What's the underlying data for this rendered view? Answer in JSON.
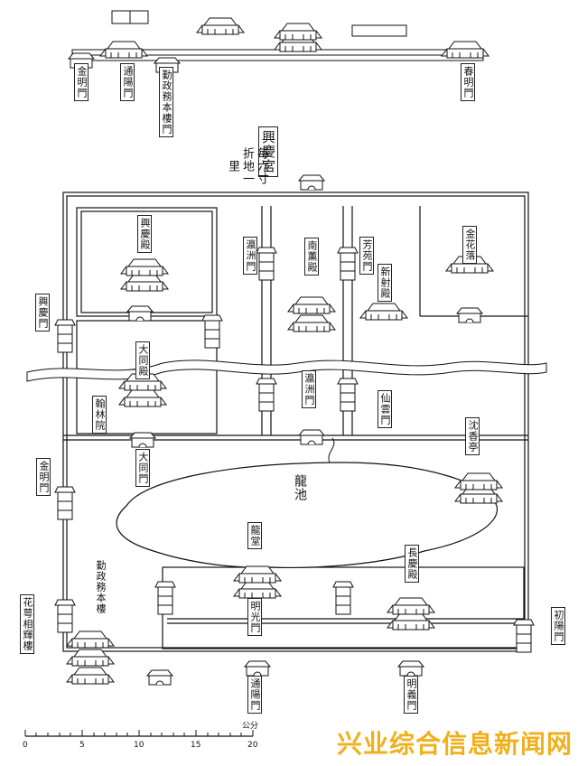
{
  "title": "興慶宮",
  "scale_note": "每六寸折地一里",
  "labels": {
    "jinming_men_top": "金明門",
    "tongyang_men_top": "通陽門",
    "shangge_men_top": "勤政務本樓門",
    "chunming_men_top": "春明門",
    "xingqing_dian": "興慶殿",
    "nanxun_dian": "南薰殿",
    "jinhua_luo": "金花落",
    "yingzhao_men": "瀛洲門",
    "fangyuan_men": "芳苑門",
    "xinshe_dian": "新射殿",
    "xingqing_men": "興慶門",
    "datong_dian": "大同殿",
    "hanlin_yuan": "翰林院",
    "yingzhou_men2": "瀛洲門",
    "xianxian_men": "仙雲門",
    "chenxiang_ting": "沈香亭",
    "jinming_men": "金明門",
    "datong_men": "大同門",
    "longchi": "龍池",
    "longtang": "龍堂",
    "changqing_dian": "長慶殿",
    "qinzheng_lou": "勤政務本樓",
    "huae_lou": "花萼相輝樓",
    "mingguang_men": "明光門",
    "tongyang_men": "通陽門",
    "mingyi_men": "明義門",
    "chuyang_men": "初陽門"
  },
  "scale_bar": {
    "unit": "公分",
    "ticks": [
      "0",
      "5",
      "10",
      "15",
      "20"
    ]
  },
  "watermark": "兴业综合信息新闻网"
}
